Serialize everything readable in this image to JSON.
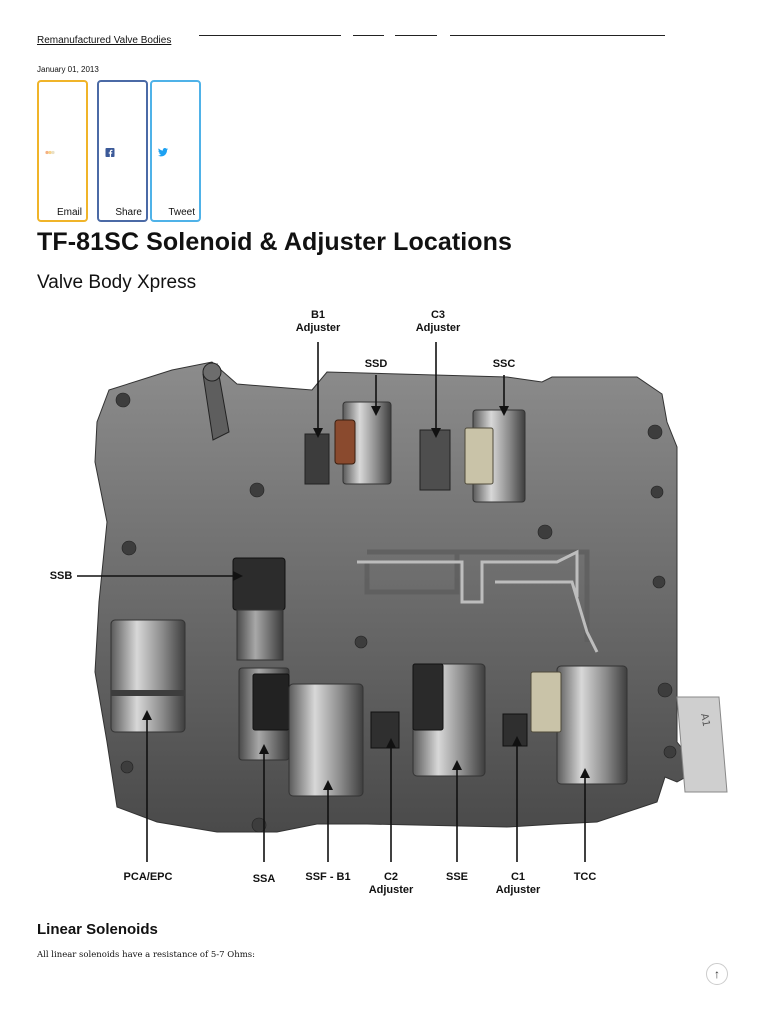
{
  "nav": {
    "first_link": "Remanufactured Valve Bodies"
  },
  "post": {
    "date": "January 01, 2013",
    "title": "TF-81SC Solenoid & Adjuster Locations",
    "subtitle": "Valve Body Xpress"
  },
  "share": {
    "email_label": "Email",
    "share_label": "Share",
    "tweet_label": "Tweet",
    "email_icon": "email-icon",
    "facebook_icon": "facebook-icon",
    "twitter_icon": "twitter-icon"
  },
  "diagram": {
    "labels": {
      "b1_adjuster": [
        "B1",
        "Adjuster"
      ],
      "c3_adjuster": [
        "C3",
        "Adjuster"
      ],
      "ssd": "SSD",
      "ssc": "SSC",
      "ssb": "SSB",
      "pca_epc": "PCA/EPC",
      "ssa": "SSA",
      "ssf_b1": "SSF - B1",
      "c2_adjuster": [
        "C2",
        "Adjuster"
      ],
      "sse": "SSE",
      "c1_adjuster": [
        "C1",
        "Adjuster"
      ],
      "tcc": "TCC"
    },
    "plate_marks": {
      "a1": "A1"
    }
  },
  "section": {
    "heading": "Linear Solenoids",
    "note": "All linear solenoids have a resistance of 5-7 Ohms:"
  },
  "controls": {
    "back_to_top": "↑"
  },
  "colors": {
    "email_border": "#f0b429",
    "facebook_border": "#4b6aa6",
    "twitter_border": "#4fb2e8"
  }
}
